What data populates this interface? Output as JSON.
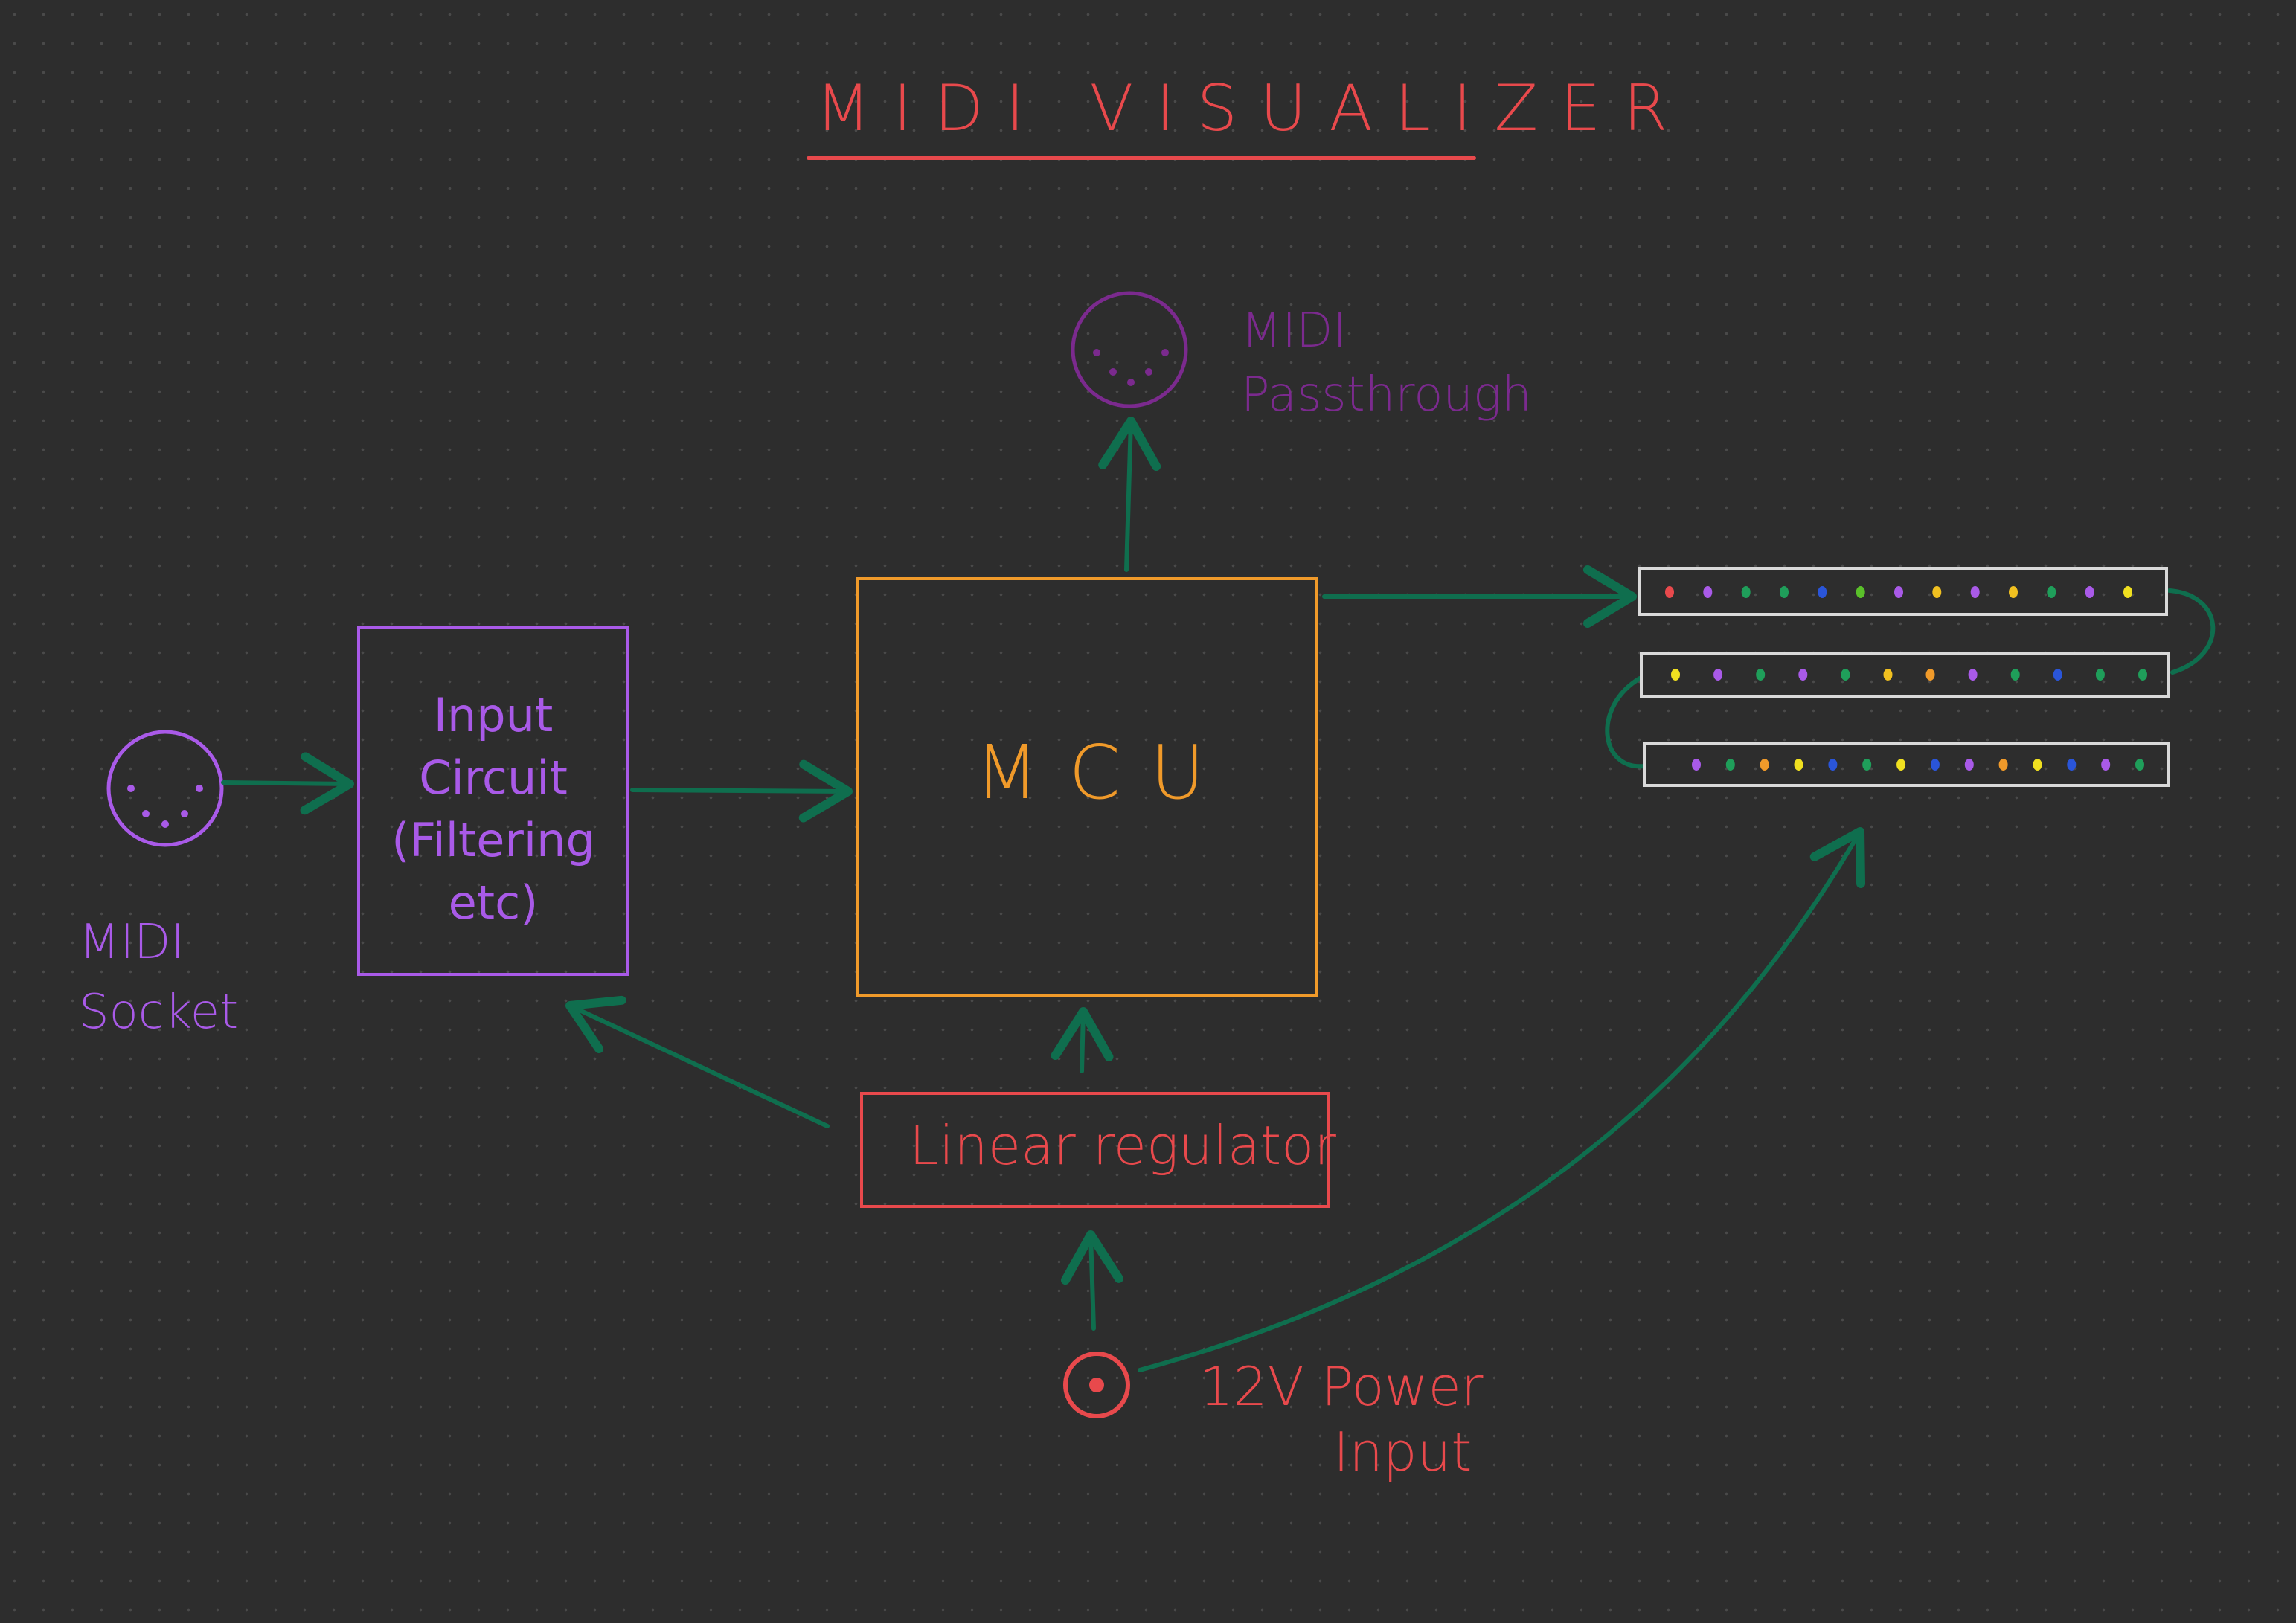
{
  "title": "MIDI VISUALIZER",
  "colors": {
    "background": "#2d2d2d",
    "connector": "#0f6e4e",
    "input_stage": "#a95ae8",
    "passthrough": "#7b2a8e",
    "mcu": "#f09a2a",
    "power": "#e8494c",
    "strip_outline": "#d9d9d9"
  },
  "nodes": {
    "midi_socket": {
      "label_line1": "MIDI",
      "label_line2": "Socket",
      "icon": "din-socket-icon"
    },
    "input_circuit": {
      "label": "Input Circuit (Filtering etc)"
    },
    "mcu": {
      "label": "MCU"
    },
    "midi_passthrough": {
      "label_line1": "MIDI",
      "label_line2": "Passthrough",
      "icon": "din-socket-icon"
    },
    "linear_regulator": {
      "label": "Linear regulator"
    },
    "power_input": {
      "label_line1": "12V Power",
      "label_line2": "Input",
      "icon": "dc-jack-icon"
    },
    "led_strips": {
      "strips": [
        {
          "leds": [
            "#e8494c",
            "#a95ae8",
            "#1f9e5a",
            "#1f9e5a",
            "#2a55d9",
            "#5ac02a",
            "#a95ae8",
            "#f0c020",
            "#a95ae8",
            "#f0c020",
            "#1f9e5a",
            "#a95ae8",
            "#f0e020"
          ]
        },
        {
          "leds": [
            "#f0e020",
            "#a95ae8",
            "#1f9e5a",
            "#a95ae8",
            "#1f9e5a",
            "#f0c020",
            "#f09a2a",
            "#a95ae8",
            "#1f9e5a",
            "#2a55d9",
            "#1f9e5a",
            "#1f9e5a"
          ]
        },
        {
          "leds": [
            "#a95ae8",
            "#1f9e5a",
            "#f09a2a",
            "#f0e020",
            "#2a55d9",
            "#1f9e5a",
            "#f0e020",
            "#2a55d9",
            "#a95ae8",
            "#f09a2a",
            "#f0e020",
            "#2a55d9",
            "#a95ae8",
            "#1f9e5a"
          ]
        }
      ]
    }
  },
  "connections": [
    {
      "from": "midi_socket",
      "to": "input_circuit"
    },
    {
      "from": "input_circuit",
      "to": "mcu"
    },
    {
      "from": "mcu",
      "to": "midi_passthrough"
    },
    {
      "from": "mcu",
      "to": "led_strips"
    },
    {
      "from": "linear_regulator",
      "to": "mcu"
    },
    {
      "from": "linear_regulator",
      "to": "input_circuit"
    },
    {
      "from": "power_input",
      "to": "linear_regulator"
    },
    {
      "from": "power_input",
      "to": "led_strips"
    }
  ]
}
